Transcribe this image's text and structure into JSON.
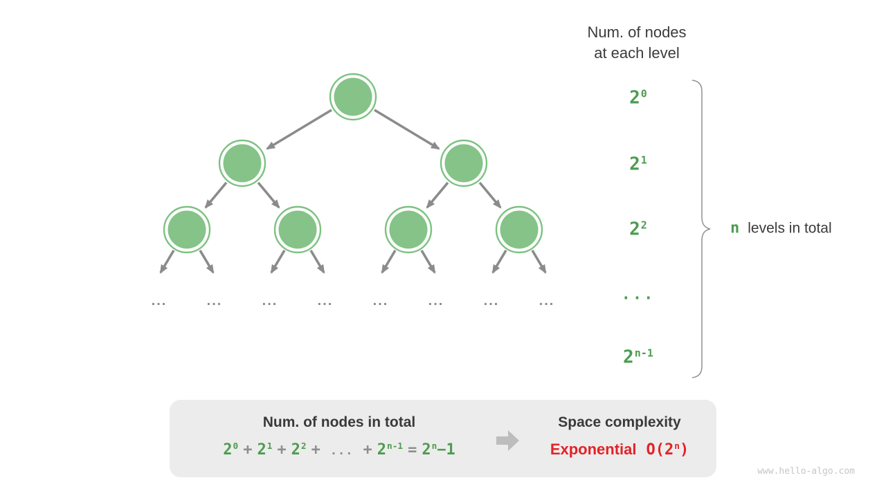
{
  "colors": {
    "node_fill": "#85c388",
    "node_stroke": "#7cc280",
    "edge_gray": "#8b8b8b",
    "green_text": "#4d9c50",
    "dark_text": "#3b3b3b",
    "operator_gray": "#8e8e8e",
    "red_text": "#e32226",
    "box_background": "#ececec",
    "box_arrow": "#bdbdbd",
    "brace": "#909090",
    "watermark": "#c6c6c6"
  },
  "right_column": {
    "header_line1": "Num. of nodes",
    "header_line2": "at each level",
    "levels": [
      [
        {
          "t": "2",
          "sup": "0",
          "cls": "green"
        }
      ],
      [
        {
          "t": "2",
          "sup": "1",
          "cls": "green"
        }
      ],
      [
        {
          "t": "2",
          "sup": "2",
          "cls": "green"
        }
      ],
      [
        {
          "t": "...",
          "cls": "green dots"
        }
      ],
      [
        {
          "t": "2",
          "sup": "n-1",
          "cls": "green"
        }
      ]
    ],
    "brace_label": [
      {
        "t": "n",
        "cls": "green-n"
      },
      {
        "t": "levels in total",
        "cls": "dark-label"
      }
    ]
  },
  "tree": {
    "leaf_ellipsis": "..."
  },
  "summary_box": {
    "nodes_title": "Num. of nodes in total",
    "nodes_formula": [
      {
        "t": "2",
        "sup": "0",
        "cls": "green"
      },
      {
        "t": "+",
        "cls": "op"
      },
      {
        "t": "2",
        "sup": "1",
        "cls": "green"
      },
      {
        "t": "+",
        "cls": "op"
      },
      {
        "t": "2",
        "sup": "2",
        "cls": "green"
      },
      {
        "t": "+",
        "cls": "op"
      },
      {
        "t": "...",
        "cls": "op op-dots"
      },
      {
        "t": "+",
        "cls": "op"
      },
      {
        "t": "2",
        "sup": "n-1",
        "cls": "green"
      },
      {
        "t": "=",
        "cls": "op"
      },
      {
        "t": "2",
        "sup": "n",
        "cls": "green"
      },
      {
        "t": "−1",
        "cls": "green"
      }
    ],
    "space_title": "Space complexity",
    "space_complexity": [
      {
        "t": "Exponential",
        "cls": "red-word"
      },
      {
        "t": "O(2",
        "sup": "n",
        "cls": "red-mono"
      },
      {
        "t": ")",
        "cls": "red-mono"
      }
    ]
  },
  "watermark": "www.hello-algo.com"
}
